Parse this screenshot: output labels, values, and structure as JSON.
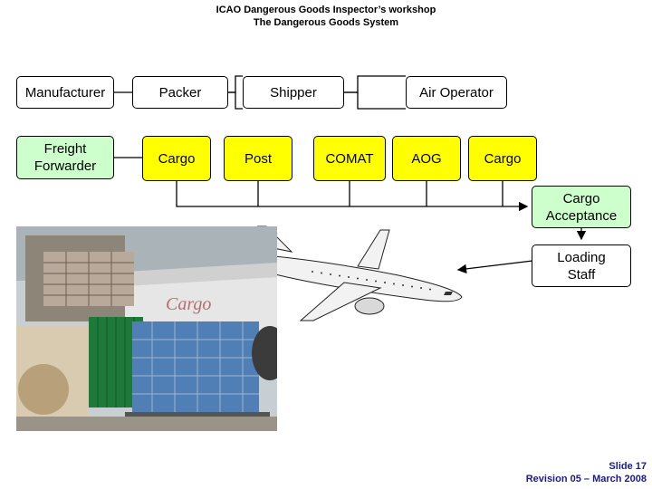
{
  "header": {
    "title": "ICAO Dangerous Goods Inspector’s workshop",
    "subtitle": "The Dangerous Goods System"
  },
  "boxes": {
    "manufacturer": "Manufacturer",
    "packer": "Packer",
    "shipper": "Shipper",
    "air_operator": "Air Operator",
    "freight_forwarder": "Freight Forwarder",
    "cargo_left": "Cargo",
    "post": "Post",
    "comat": "COMAT",
    "aog": "AOG",
    "cargo_right": "Cargo",
    "cargo_acceptance": "Cargo Acceptance",
    "loading_staff": "Loading Staff"
  },
  "photo": {
    "tail_lettering": "Cargo"
  },
  "footer": {
    "slide": "Slide 17",
    "revision": "Revision 05 – March 2008"
  },
  "colors": {
    "green_box": "#ccffcc",
    "yellow_box": "#ffff00",
    "footer_text": "#1a1a8c"
  }
}
